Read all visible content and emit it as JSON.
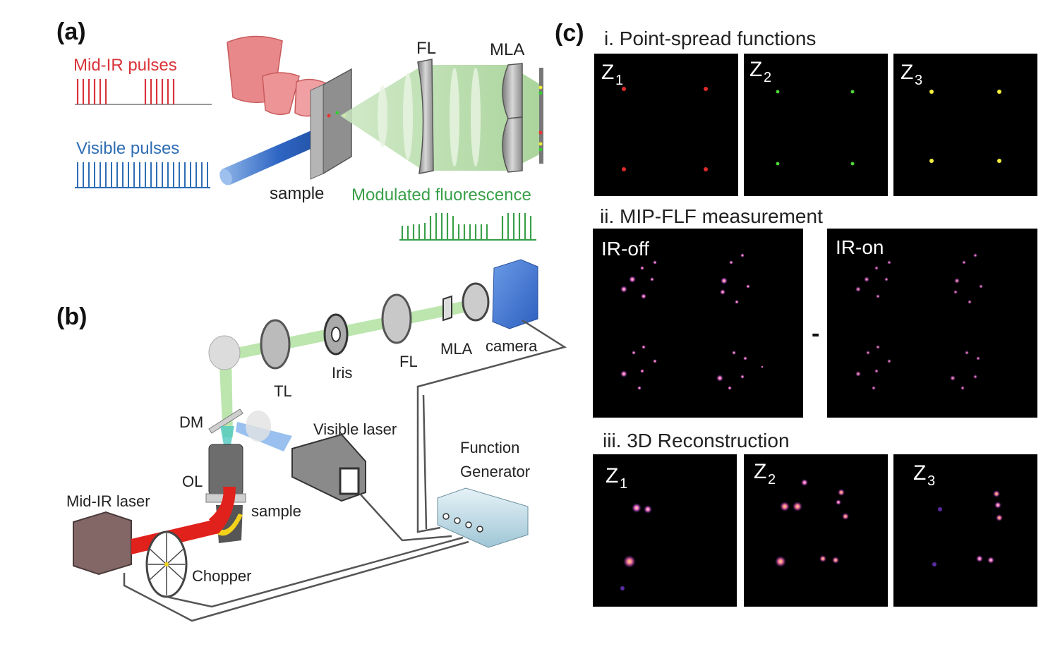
{
  "panel_a": {
    "label": "(a)",
    "midir_label": "Mid-IR pulses",
    "visible_label": "Visible pulses",
    "sample_label": "sample",
    "fl_label": "FL",
    "mla_label": "MLA",
    "fluor_label": "Modulated fluorescence",
    "colors": {
      "red": "#d9333a",
      "blue": "#2e6db4",
      "green": "#3aa04a"
    }
  },
  "panel_b": {
    "label": "(b)",
    "tl": "TL",
    "iris": "Iris",
    "fl": "FL",
    "mla": "MLA",
    "camera": "camera",
    "dm": "DM",
    "ol": "OL",
    "visible_laser": "Visible laser",
    "function_generator_1": "Function",
    "function_generator_2": "Generator",
    "midir_laser": "Mid-IR laser",
    "sample": "sample",
    "chopper": "Chopper"
  },
  "panel_c": {
    "label": "(c)",
    "row1_title": "i. Point-spread functions",
    "row2_title": "ii. MIP-FLF measurement",
    "row3_title": "iii. 3D Reconstruction",
    "z_labels": [
      "Z",
      "Z",
      "Z"
    ],
    "z_subs": [
      "1",
      "2",
      "3"
    ],
    "ir_off": "IR-off",
    "ir_on": "IR-on",
    "minus": "-",
    "psf_colors": [
      "#e02a2a",
      "#4fd13a",
      "#f2ee3a"
    ]
  }
}
